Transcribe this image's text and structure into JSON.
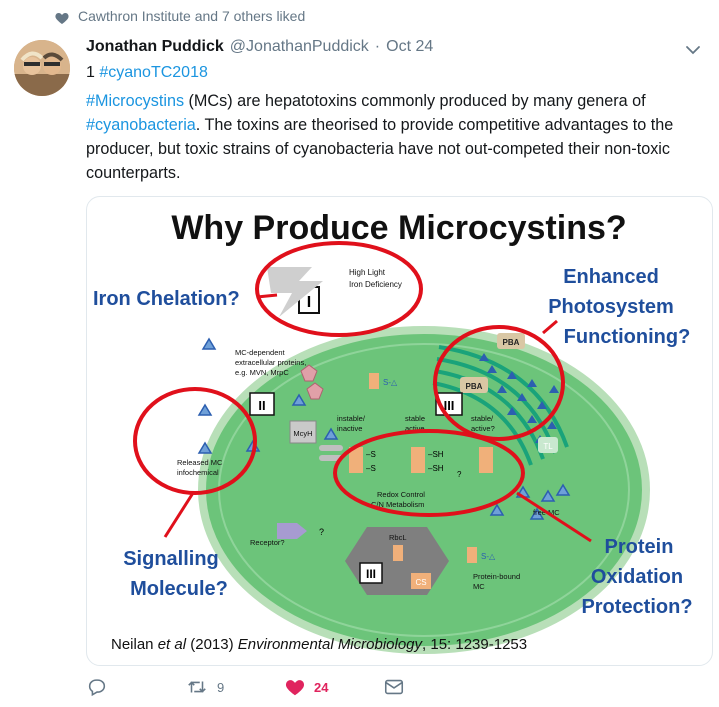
{
  "context": {
    "text": "Cawthron Institute and 7 others liked",
    "icon": "heart-icon"
  },
  "tweet": {
    "author_name": "Jonathan Puddick",
    "author_handle": "@JonathanPuddick",
    "separator": "·",
    "date": "Oct 24",
    "line1_prefix": "1 ",
    "line1_hashtag": "#cyanoTC2018",
    "body": {
      "tag1": "#Microcystins",
      "text1": " (MCs) are hepatotoxins commonly produced by many genera of ",
      "tag2": "#cyanobacteria",
      "text2": ". The toxins are theorised to provide competitive advantages to the producer, but toxic strains of cyanobacteria have not out-competed their non-toxic counterparts."
    }
  },
  "slide": {
    "title": "Why Produce Microcystins?",
    "labels": {
      "iron": "Iron Chelation?",
      "enhanced1": "Enhanced",
      "enhanced2": "Photosystem",
      "enhanced3": "Functioning?",
      "signal1": "Signalling",
      "signal2": "Molecule?",
      "protein1": "Protein",
      "protein2": "Oxidation",
      "protein3": "Protection?"
    },
    "small": {
      "high_light": "High Light",
      "iron_def": "Iron Deficiency",
      "mc_dep1": "MC-dependent",
      "mc_dep2": "extracellular proteins,",
      "mc_dep3": "e.g. MVN, MrpC",
      "released1": "Released MC",
      "released2": "infochemical",
      "receptor": "Receptor?",
      "mcyh": "McyH",
      "instable": "instable/",
      "inactive": "inactive",
      "stable": "stable",
      "active": "active",
      "stable2": "stable/",
      "active2": "active?",
      "redox1": "Redox Control",
      "redox2": "C/N Metabolism",
      "pba": "PBA",
      "free_mc": "free MC",
      "rbcl": "RbcL",
      "cs": "CS",
      "protein_bound1": "Protein-bound",
      "protein_bound2": "MC",
      "tl": "TL",
      "roman1": "I",
      "roman2": "II",
      "roman3": "III",
      "sa": "S-△",
      "sh": "–SH",
      "s_dash": "–S",
      "q": "?"
    },
    "citation": {
      "authors": "Neilan ",
      "et_al": "et al",
      "year": " (2013) ",
      "journal": "Environmental Microbiology",
      "vol": ", 15: 1239-1253"
    }
  },
  "actions": {
    "reply_count": "",
    "retweet_count": "9",
    "like_count": "24"
  },
  "colors": {
    "link": "#1b95e0",
    "like": "#e0245e",
    "muted": "#657786",
    "label_blue": "#1f4e9c",
    "cell_green": "#6cc47a",
    "ring_red": "#e0101b"
  }
}
